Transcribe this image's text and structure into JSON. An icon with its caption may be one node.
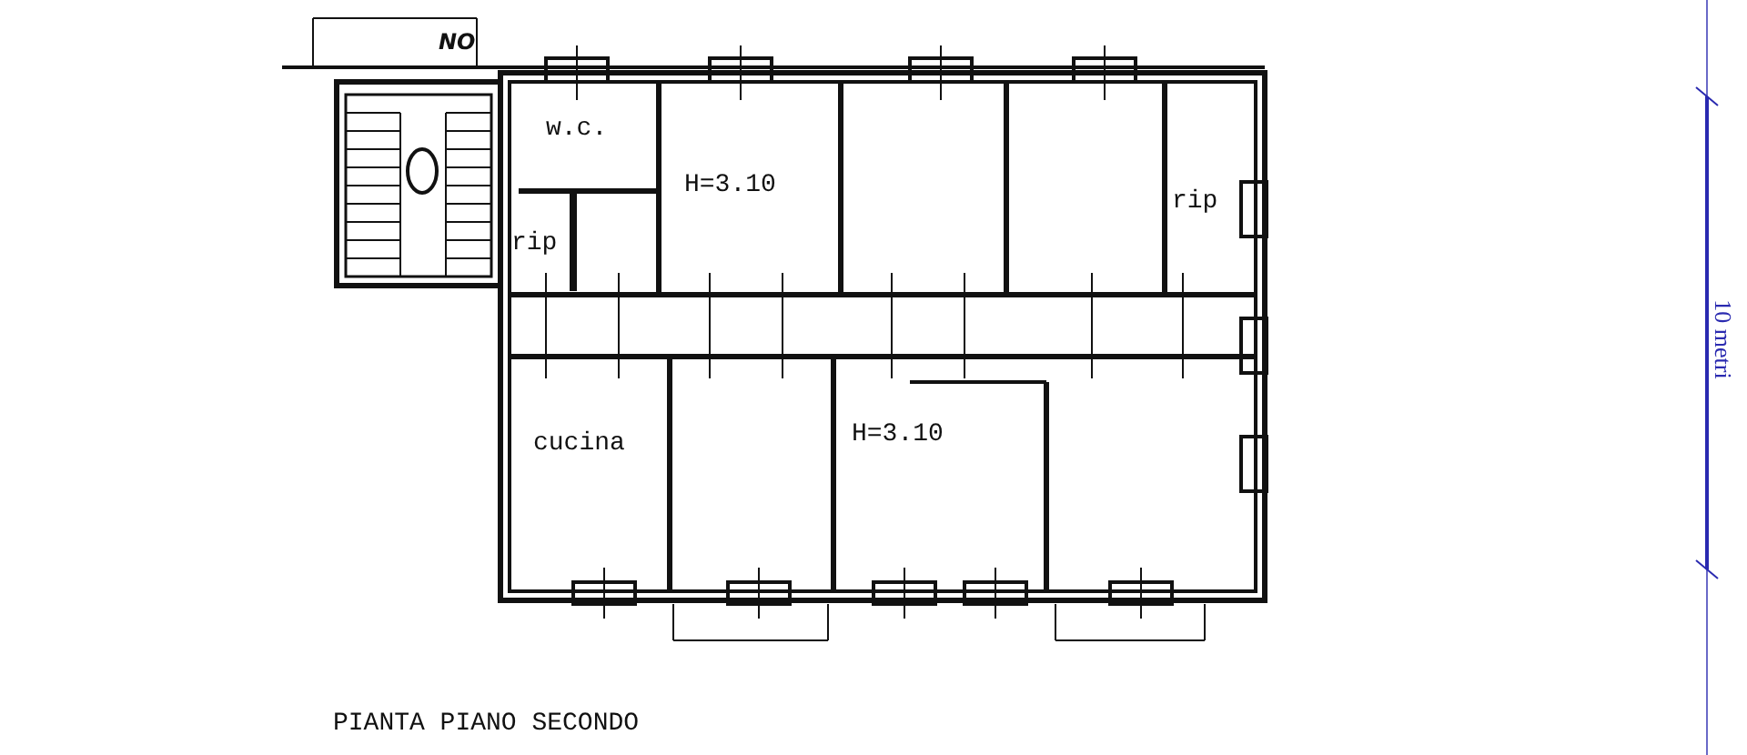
{
  "diagram": {
    "caption": "PIANTA PIANO SECONDO",
    "labels": [
      "NO",
      "w.c.",
      "H=3.10",
      "rip",
      "rip",
      "10 metri",
      "cucina",
      "H=3.10"
    ]
  }
}
